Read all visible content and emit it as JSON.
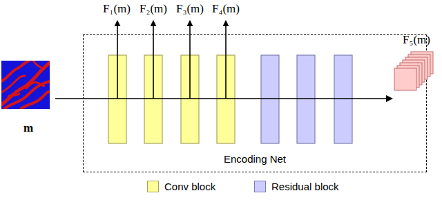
{
  "diagram": {
    "nodes": [
      {
        "text": [
          "m"
        ]
      },
      {
        "text": [
          "Encoding Net"
        ]
      },
      {
        "text": [
          "F₅(m)"
        ]
      }
    ],
    "edges": [
      {
        "from": 0,
        "to": 2,
        "arrow": "to"
      }
    ],
    "labels": [
      "F₁(m)",
      "F₂(m)",
      "F₃(m)",
      "F₄(m)"
    ],
    "legend": [
      {
        "text": "Conv block",
        "color": "#ffff99"
      },
      {
        "text": "Residual block",
        "color": "#ccccff"
      }
    ]
  }
}
